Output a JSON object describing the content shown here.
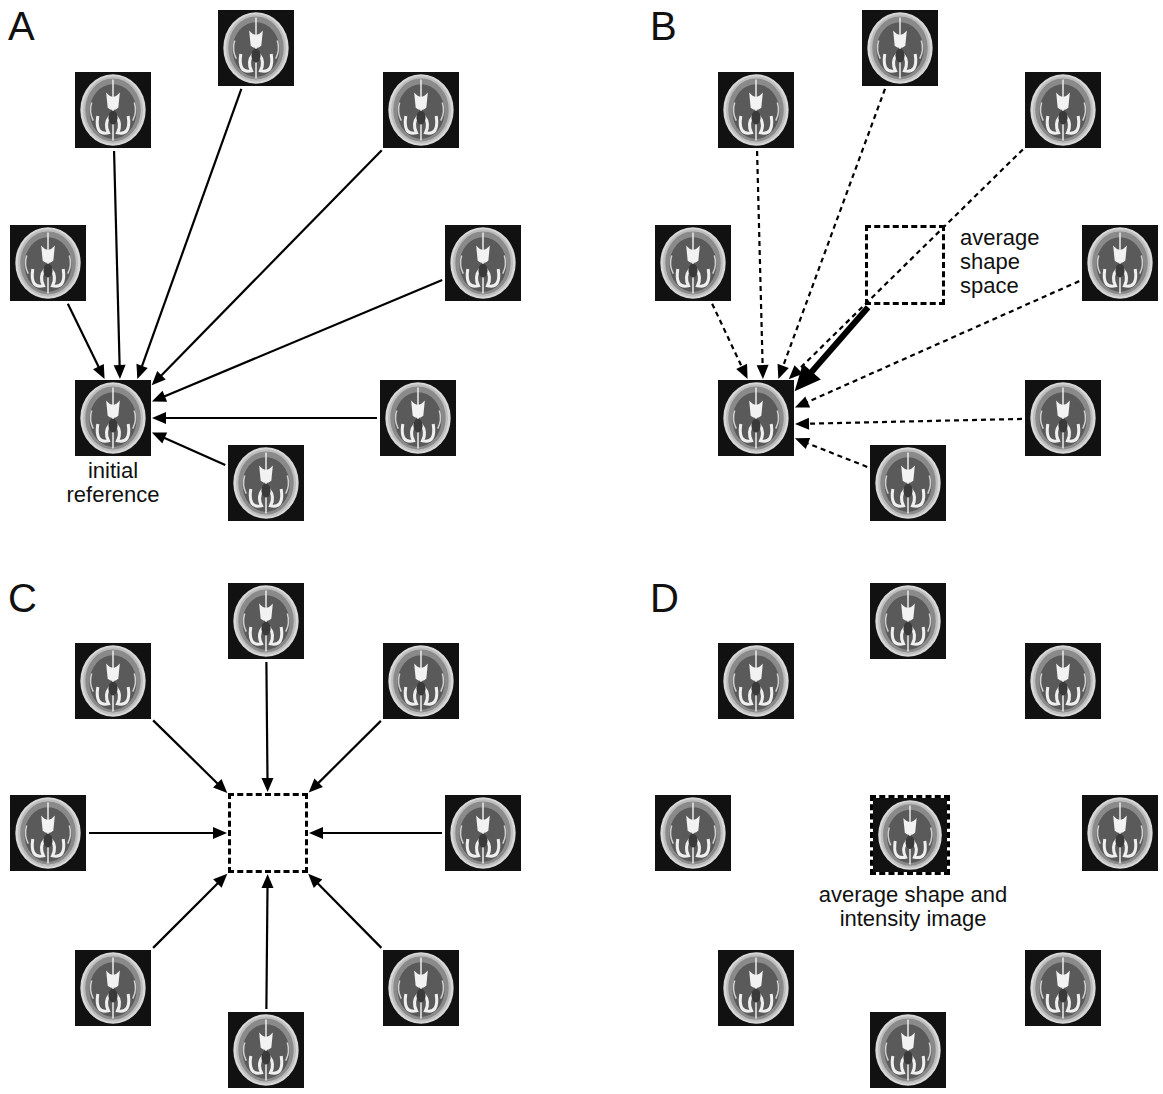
{
  "diagram": {
    "nodes": [
      {
        "text": []
      },
      {
        "text": []
      },
      {
        "text": []
      },
      {
        "text": []
      },
      {
        "text": []
      },
      {
        "text": [
          "initial reference"
        ]
      },
      {
        "text": []
      },
      {
        "text": []
      },
      {
        "text": []
      },
      {
        "text": []
      },
      {
        "text": []
      },
      {
        "text": []
      },
      {
        "text": [
          "average shape space"
        ]
      },
      {
        "text": []
      },
      {
        "text": []
      },
      {
        "text": []
      },
      {
        "text": []
      },
      {
        "text": []
      },
      {
        "text": []
      },
      {
        "text": []
      },
      {
        "text": []
      },
      {
        "text": []
      },
      {
        "text": []
      },
      {
        "text": []
      },
      {
        "text": []
      },
      {
        "text": []
      },
      {
        "text": []
      },
      {
        "text": []
      },
      {
        "text": []
      },
      {
        "text": []
      },
      {
        "text": [
          "average shape and intensity image"
        ]
      },
      {
        "text": []
      },
      {
        "text": []
      },
      {
        "text": []
      },
      {
        "text": []
      }
    ],
    "edges": [
      {
        "from": 1,
        "to": 5,
        "arrow": "to"
      },
      {
        "from": 0,
        "to": 5,
        "arrow": "to"
      },
      {
        "from": 2,
        "to": 5,
        "arrow": "to"
      },
      {
        "from": 3,
        "to": 5,
        "arrow": "to"
      },
      {
        "from": 4,
        "to": 5,
        "arrow": "to"
      },
      {
        "from": 6,
        "to": 5,
        "arrow": "to"
      },
      {
        "from": 7,
        "to": 5,
        "arrow": "to"
      },
      {
        "from": 9,
        "to": 14,
        "arrow": "to"
      },
      {
        "from": 8,
        "to": 14,
        "arrow": "to"
      },
      {
        "from": 10,
        "to": 14,
        "arrow": "to"
      },
      {
        "from": 11,
        "to": 14,
        "arrow": "to"
      },
      {
        "from": 12,
        "to": 14,
        "arrow": "to"
      },
      {
        "from": 13,
        "to": 14,
        "arrow": "to"
      },
      {
        "from": 15,
        "to": 14,
        "arrow": "to"
      },
      {
        "from": 16,
        "to": 14,
        "arrow": "to"
      },
      {
        "from": 17,
        "to": 21,
        "arrow": "to"
      },
      {
        "from": 18,
        "to": 21,
        "arrow": "to"
      },
      {
        "from": 19,
        "to": 21,
        "arrow": "to"
      },
      {
        "from": 20,
        "to": 21,
        "arrow": "to"
      },
      {
        "from": 22,
        "to": 21,
        "arrow": "to"
      },
      {
        "from": 23,
        "to": 21,
        "arrow": "to"
      },
      {
        "from": 24,
        "to": 21,
        "arrow": "to"
      },
      {
        "from": 25,
        "to": 21,
        "arrow": "to"
      }
    ],
    "labels": [
      "A",
      "B",
      "C",
      "D"
    ]
  }
}
